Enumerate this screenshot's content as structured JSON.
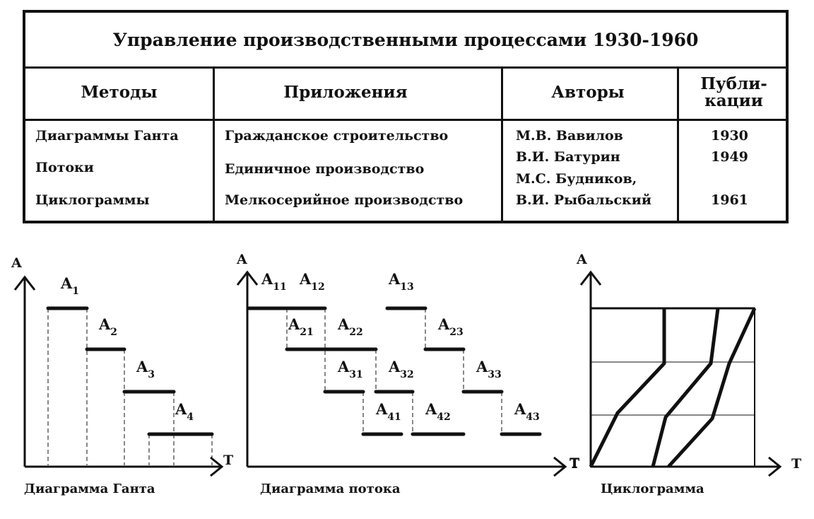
{
  "table": {
    "title": "Управление производственными процессами 1930-1960",
    "headers": [
      "Методы",
      "Приложения",
      "Авторы",
      "Публи-\nкации"
    ],
    "methods": [
      "Диаграммы Ганта",
      "Потоки",
      "Циклограммы"
    ],
    "applications": [
      "Гражданское строительство",
      "Единичное производство",
      "Мелкосерийное производство"
    ],
    "authors": [
      "М.В. Вавилов",
      "В.И. Батурин",
      "М.С. Будников,",
      "В.И. Рыбальский"
    ],
    "years": [
      "1930",
      "1949",
      "1961"
    ]
  },
  "diagrams": {
    "gantt": {
      "caption": "Диаграмма Ганта",
      "y_axis": "A",
      "x_axis": "T",
      "tasks": [
        {
          "label": "A",
          "sub": "1"
        },
        {
          "label": "A",
          "sub": "2"
        },
        {
          "label": "A",
          "sub": "3"
        },
        {
          "label": "A",
          "sub": "4"
        }
      ]
    },
    "flow": {
      "caption": "Диаграмма потока",
      "y_axis": "A",
      "x_axis": "T",
      "tasks": [
        {
          "label": "A",
          "sub": "11"
        },
        {
          "label": "A",
          "sub": "12"
        },
        {
          "label": "A",
          "sub": "13"
        },
        {
          "label": "A",
          "sub": "21"
        },
        {
          "label": "A",
          "sub": "22"
        },
        {
          "label": "A",
          "sub": "23"
        },
        {
          "label": "A",
          "sub": "31"
        },
        {
          "label": "A",
          "sub": "32"
        },
        {
          "label": "A",
          "sub": "33"
        },
        {
          "label": "A",
          "sub": "41"
        },
        {
          "label": "A",
          "sub": "42"
        },
        {
          "label": "A",
          "sub": "43"
        }
      ]
    },
    "cyclogram": {
      "caption": "Циклограмма",
      "y_axis": "A",
      "x_axis": "T",
      "origin_label": "T"
    }
  }
}
